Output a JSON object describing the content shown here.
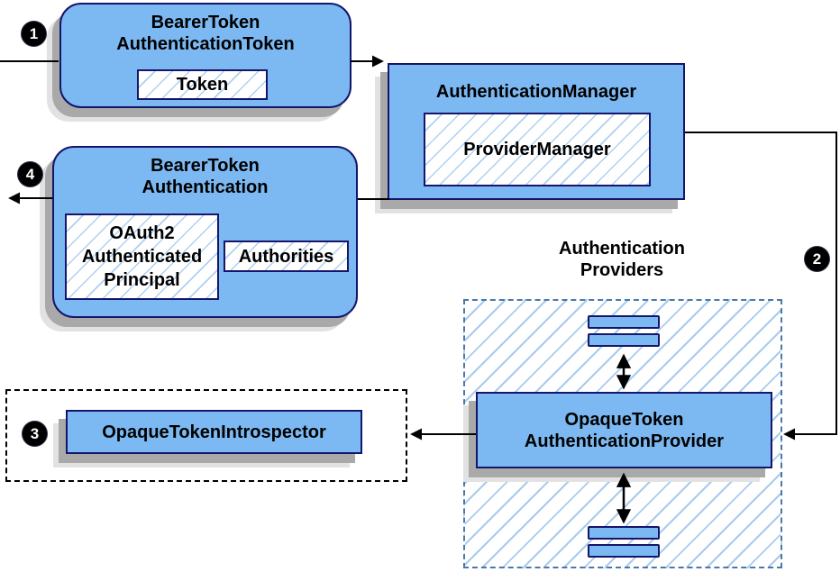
{
  "diagram": {
    "badges": {
      "step1": "1",
      "step2": "2",
      "step3": "3",
      "step4": "4"
    },
    "nodes": {
      "bearer_token_authentication_token": {
        "title": [
          "BearerToken",
          "AuthenticationToken"
        ],
        "token_label": "Token"
      },
      "authentication_manager": {
        "title": [
          "AuthenticationManager"
        ],
        "provider_manager_label": "ProviderManager"
      },
      "bearer_token_authentication": {
        "title": [
          "BearerToken",
          "Authentication"
        ],
        "principal_label": [
          "OAuth2",
          "Authenticated",
          "Principal"
        ],
        "authorities_label": "Authorities"
      },
      "opaque_token_authentication_provider": {
        "title": [
          "OpaqueToken",
          "AuthenticationProvider"
        ]
      },
      "opaque_token_introspector": {
        "title": [
          "OpaqueTokenIntrospector"
        ]
      }
    },
    "labels": {
      "authentication_providers": [
        "Authentication",
        "Providers"
      ]
    },
    "colors": {
      "node_fill": "#7cb9f2",
      "node_border": "#15156b",
      "hatch_line": "#aed0f2",
      "region_dash": "#4a78a8",
      "arrow": "#000000",
      "shadow_dark": "#a9a9a9",
      "shadow_light": "#e2e2e2"
    }
  }
}
